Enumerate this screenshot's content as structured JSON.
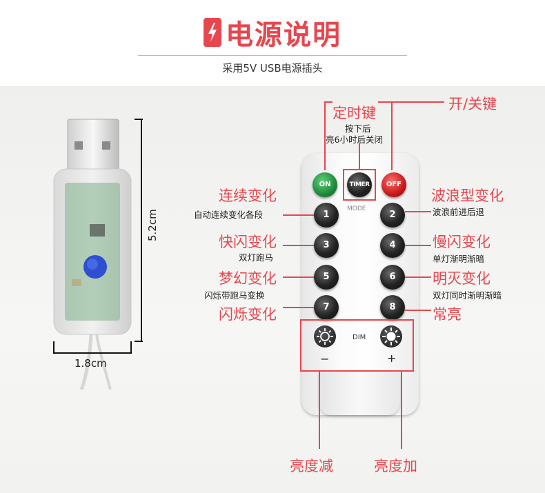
{
  "header": {
    "title": "电源说明",
    "subtitle": "采用5V  USB电源插头"
  },
  "usb": {
    "height_label": "5.2cm",
    "width_label": "1.8cm"
  },
  "remote": {
    "on_label": "ON",
    "timer_label": "TIMER",
    "off_label": "OFF",
    "mode_label": "MODE",
    "dim_label": "DIM",
    "minus": "−",
    "plus": "+",
    "buttons": [
      "1",
      "2",
      "3",
      "4",
      "5",
      "6",
      "7",
      "8"
    ]
  },
  "labels": {
    "timer_key": "定时键",
    "timer_desc_1": "按下后",
    "timer_desc_2": "亮6小时后关闭",
    "power_key": "开/关键",
    "m1_title": "连续变化",
    "m1_desc": "自动连续变化各段",
    "m2_title": "波浪型变化",
    "m2_desc": "波浪前进后退",
    "m3_title": "快闪变化",
    "m3_desc": "双灯跑马",
    "m4_title": "慢闪变化",
    "m4_desc": "单灯渐明渐暗",
    "m5_title": "梦幻变化",
    "m5_desc": "闪烁带跑马变换",
    "m6_title": "明灭变化",
    "m6_desc": "双灯同时渐明渐暗",
    "m7_title": "闪烁变化",
    "m8_title": "常亮",
    "dim_down": "亮度减",
    "dim_up": "亮度加"
  },
  "colors": {
    "accent": "#e8464e",
    "on_button": "#1f8a3a",
    "off_button": "#c81a1a"
  }
}
